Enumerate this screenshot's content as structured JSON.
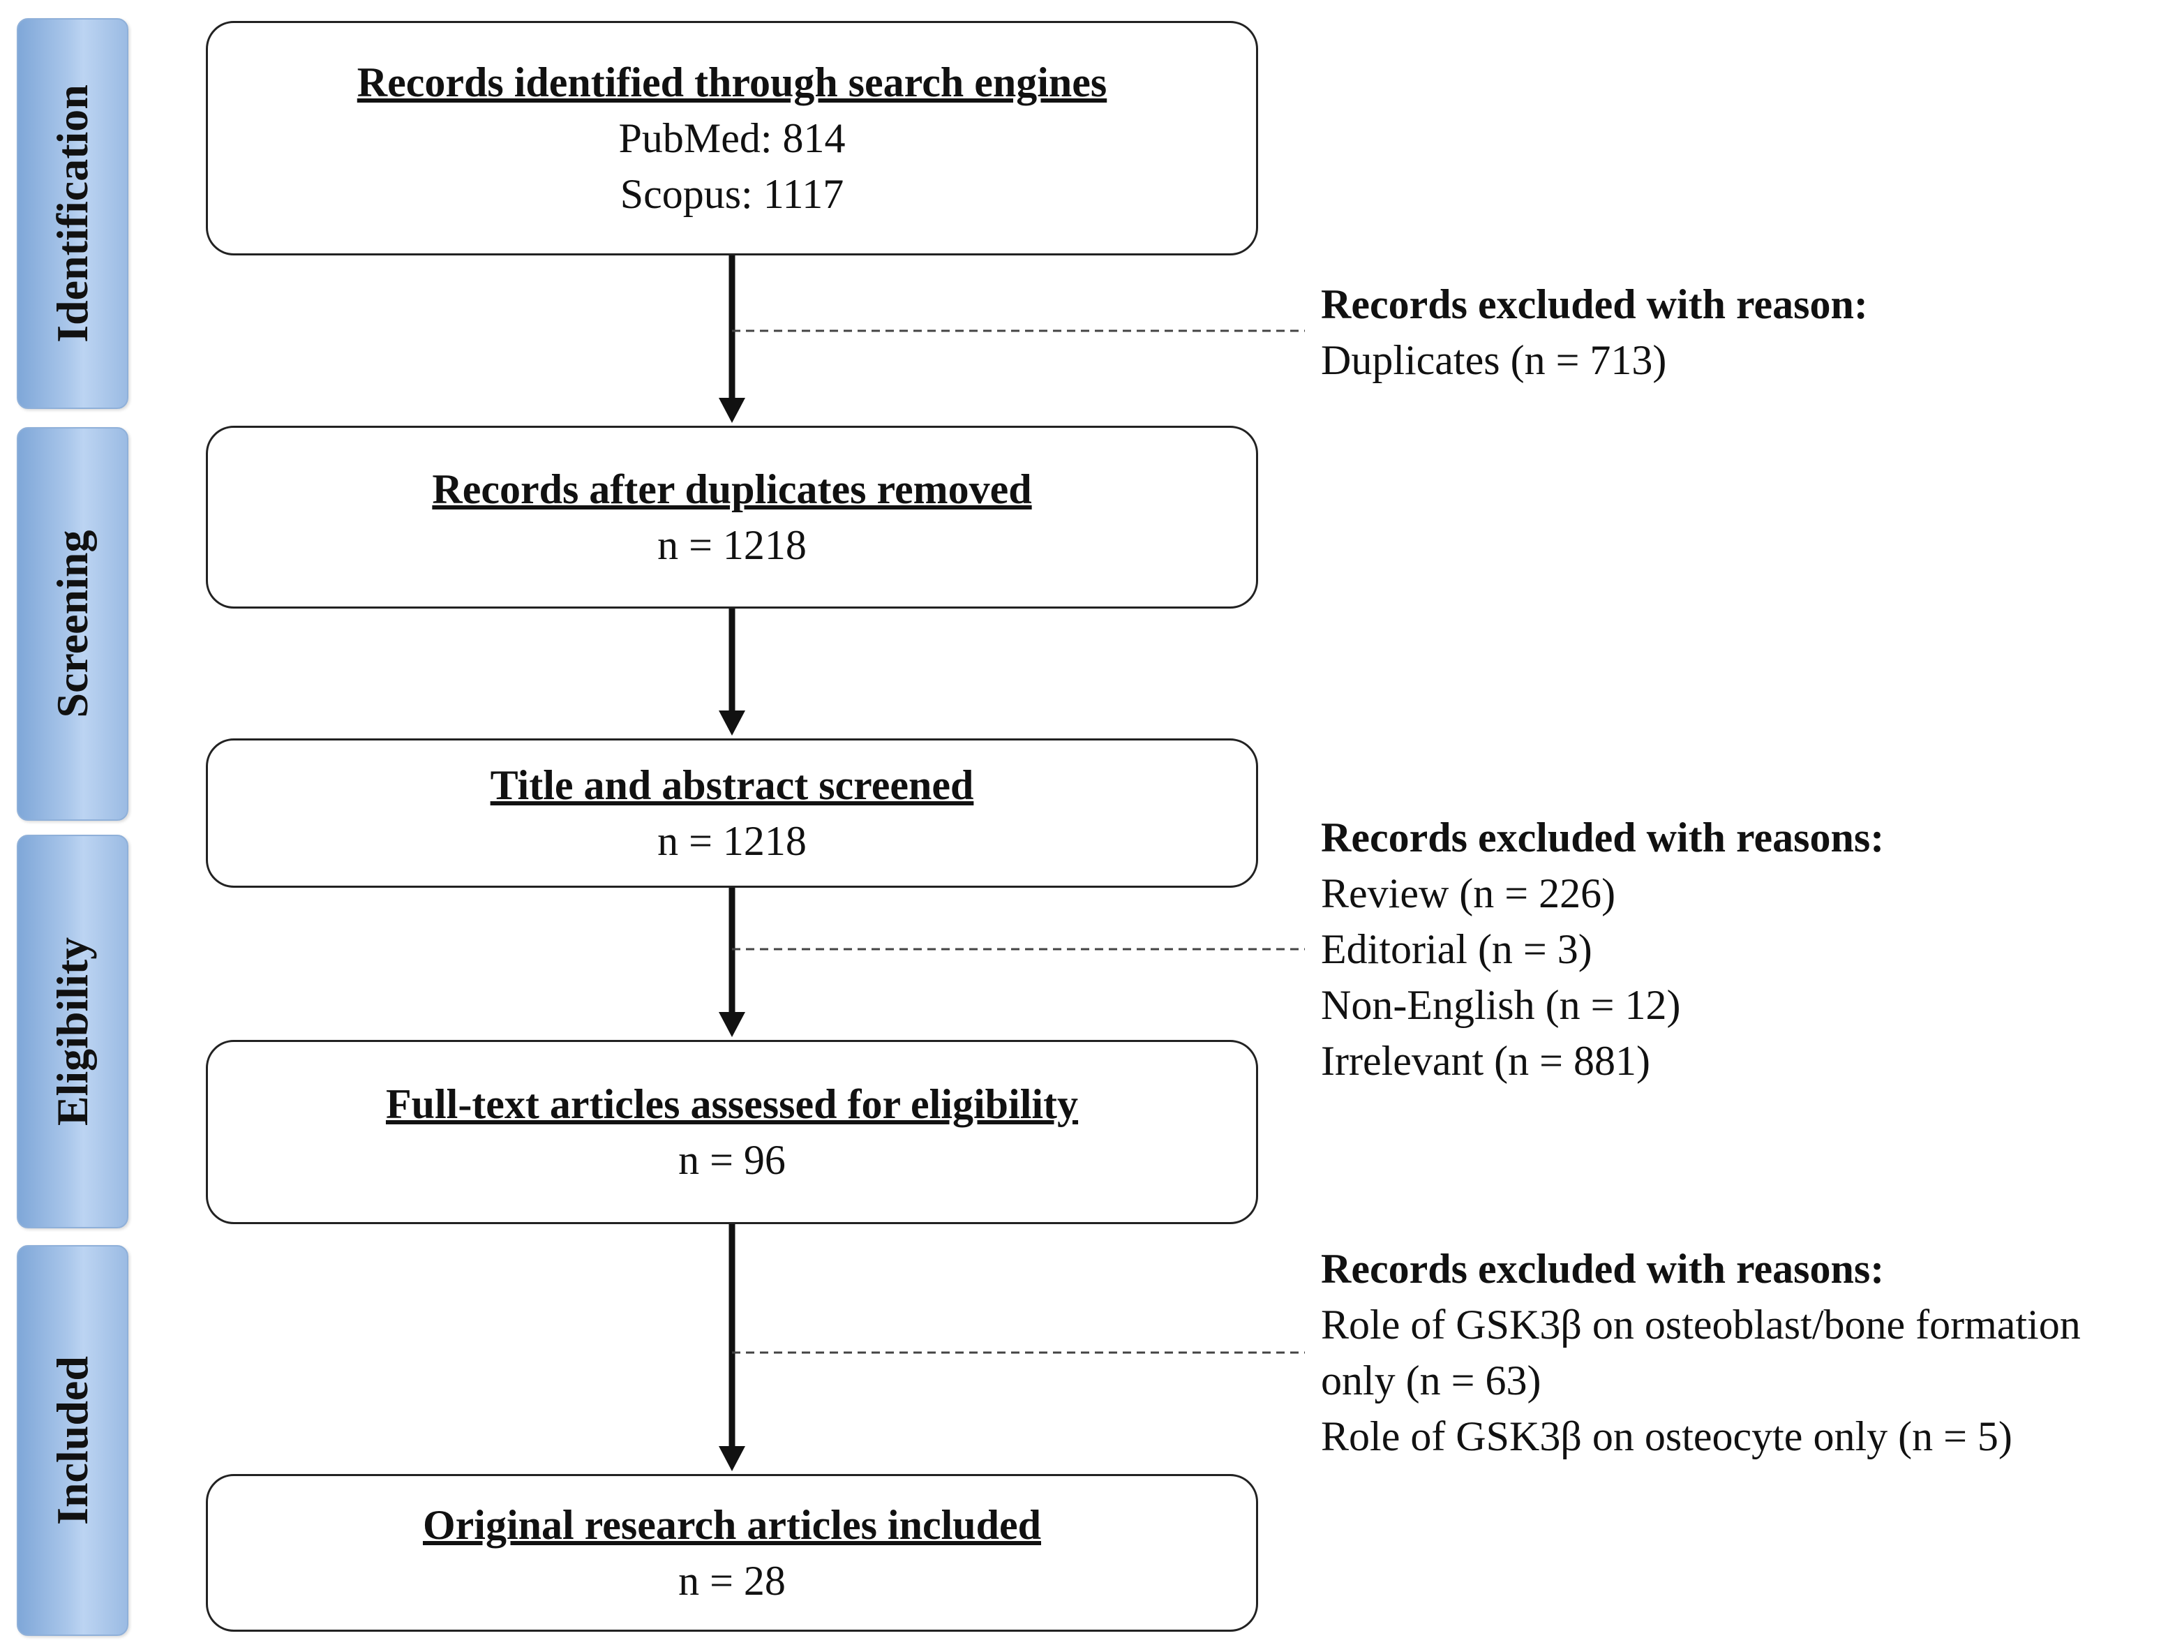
{
  "stages": {
    "identification": "Identification",
    "screening": "Screening",
    "eligibility": "Eligibility",
    "included": "Included"
  },
  "boxes": {
    "identified": {
      "title": "Records identified  through  search engines",
      "line1": "PubMed:  814",
      "line2": "Scopus:  1117"
    },
    "after_duplicates": {
      "title": "Records  after duplicates  removed",
      "line1": "n = 1218"
    },
    "screened": {
      "title": "Title  and abstract  screened",
      "line1": "n = 1218"
    },
    "full_text": {
      "title": "Full-text  articles  assessed for eligibility",
      "line1": "n = 96"
    },
    "included": {
      "title": "Original  research  articles  included",
      "line1": "n = 28"
    }
  },
  "exclusions": {
    "duplicates": {
      "heading": "Records  excluded  with  reason:",
      "items": [
        "Duplicates  (n = 713)"
      ]
    },
    "screening": {
      "heading": "Records  excluded  with  reasons:",
      "items": [
        "Review  (n = 226)",
        "Editorial  (n = 3)",
        "Non-English  (n = 12)",
        "Irrelevant   (n = 881)"
      ]
    },
    "eligibility": {
      "heading": "Records  excluded  with  reasons:",
      "items": [
        "Role of GSK3β  on  osteoblast/bone  formation",
        "only  (n = 63)",
        "Role of GSK3β  on  osteocyte  only  (n = 5)"
      ]
    }
  },
  "colors": {
    "stage_fill": "#a9c6ea",
    "stage_border": "#8fb0d9",
    "line": "#111111"
  }
}
